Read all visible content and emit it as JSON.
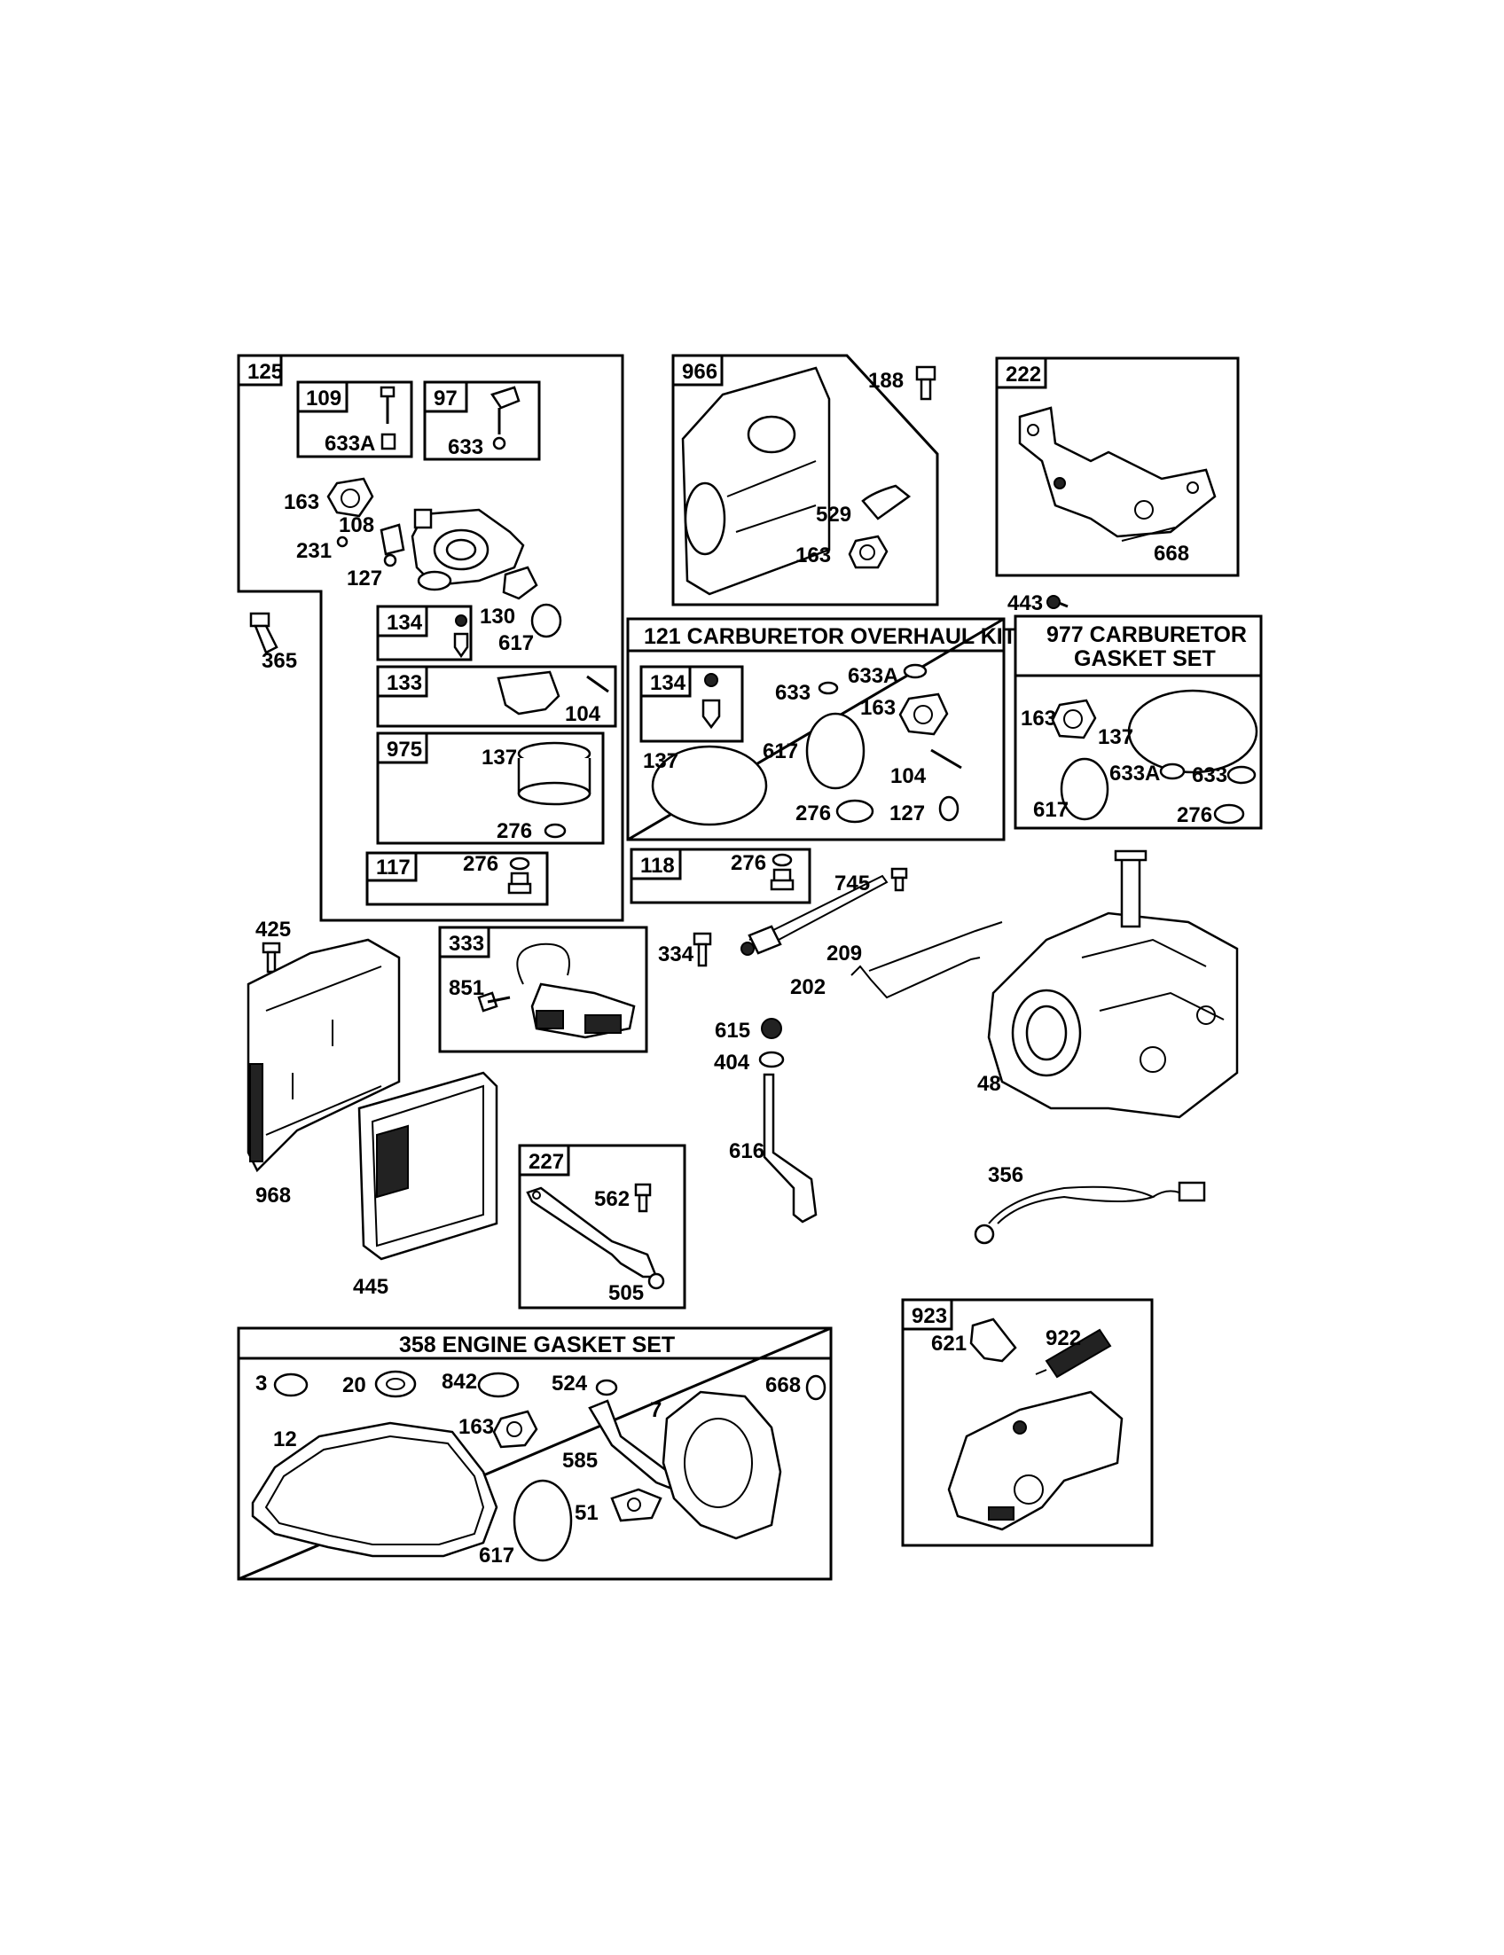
{
  "boxes": {
    "b125": "125",
    "b109": "109",
    "b97": "97",
    "b134a": "134",
    "b133": "133",
    "b975": "975",
    "b117": "117",
    "b966": "966",
    "b222": "222",
    "b121": "121 CARBURETOR OVERHAUL KIT",
    "b134b": "134",
    "b977_l1": "977 CARBURETOR",
    "b977_l2": "GASKET SET",
    "b118": "118",
    "b333": "333",
    "b227": "227",
    "b358": "358 ENGINE GASKET SET",
    "b923": "923"
  },
  "labels": {
    "l633A_a": "633A",
    "l633_a": "633",
    "l163_a": "163",
    "l108": "108",
    "l231": "231",
    "l127_a": "127",
    "l130": "130",
    "l617_a": "617",
    "l365": "365",
    "l104_a": "104",
    "l137_a": "137",
    "l276_a": "276",
    "l276_b": "276",
    "l188": "188",
    "l529": "529",
    "l163_b": "163",
    "l668_a": "668",
    "l443": "443",
    "l633_b": "633",
    "l633A_b": "633A",
    "l163_c": "163",
    "l137_b": "137",
    "l617_b": "617",
    "l104_b": "104",
    "l276_c": "276",
    "l127_b": "127",
    "l163_d": "163",
    "l137_c": "137",
    "l633A_c": "633A",
    "l633_c": "633",
    "l617_c": "617",
    "l276_d": "276",
    "l276_e": "276",
    "l745": "745",
    "l425": "425",
    "l851": "851",
    "l334": "334",
    "l209": "209",
    "l202": "202",
    "l615": "615",
    "l404": "404",
    "l48": "48",
    "l968": "968",
    "l616": "616",
    "l356": "356",
    "l562": "562",
    "l445": "445",
    "l505": "505",
    "l3": "3",
    "l20": "20",
    "l842": "842",
    "l524": "524",
    "l7": "7",
    "l668_b": "668",
    "l12": "12",
    "l163_e": "163",
    "l585": "585",
    "l51": "51",
    "l617_d": "617",
    "l621": "621",
    "l922": "922"
  }
}
